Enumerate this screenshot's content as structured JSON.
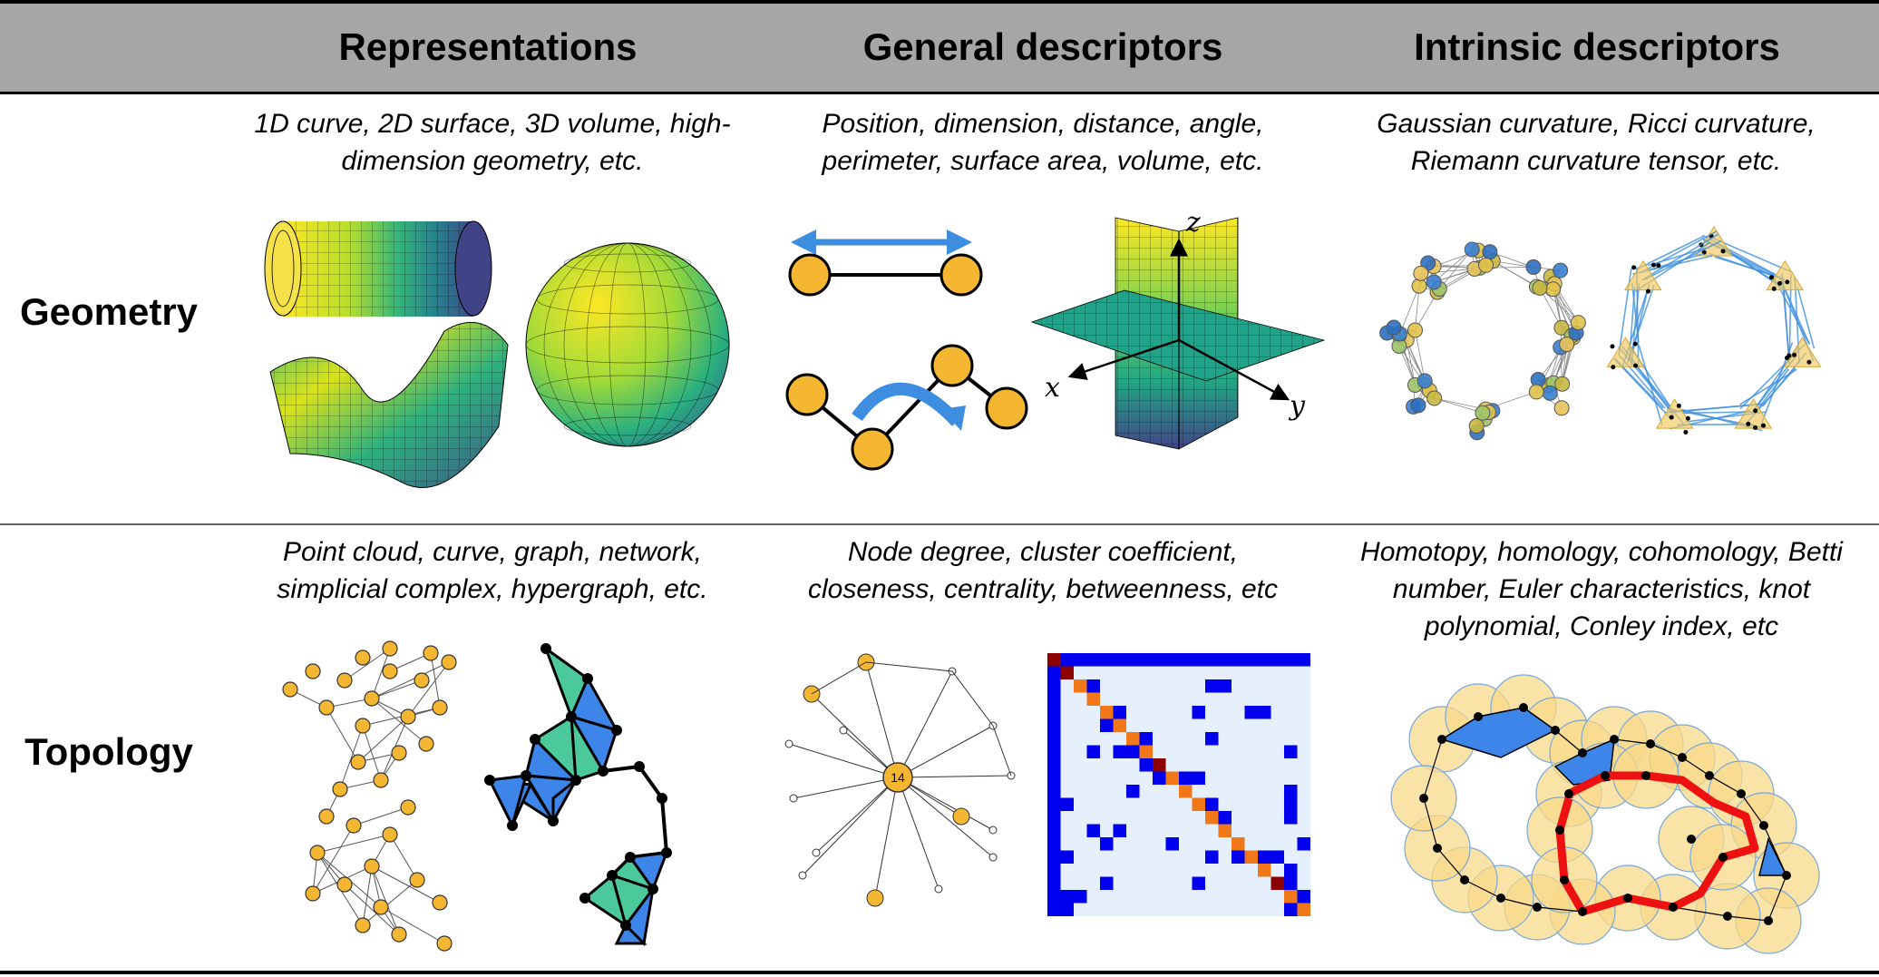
{
  "header": {
    "columns": [
      {
        "label": "Representations"
      },
      {
        "label": "General descriptors"
      },
      {
        "label": "Intrinsic descriptors"
      }
    ]
  },
  "rows": [
    {
      "label": "Geometry",
      "cells": [
        {
          "lines": [
            "1D curve, 2D surface, 3D volume, high-",
            "dimension geometry, etc."
          ]
        },
        {
          "lines": [
            "Position, dimension, distance, angle,",
            "perimeter, surface area, volume, etc."
          ]
        },
        {
          "lines": [
            "Gaussian curvature, Ricci curvature,",
            "Riemann curvature tensor, etc."
          ]
        }
      ]
    },
    {
      "label": "Topology",
      "cells": [
        {
          "lines": [
            "Point cloud, curve, graph, network,",
            "simplicial complex, hypergraph, etc."
          ]
        },
        {
          "lines": [
            "Node degree, cluster coefficient,",
            "closeness, centrality, betweenness, etc"
          ]
        },
        {
          "lines": [
            "Homotopy, homology, cohomology, Betti",
            "number, Euler characteristics, knot",
            "polynomial, Conley index, etc"
          ]
        }
      ]
    }
  ],
  "figures": {
    "axes": {
      "x": "x",
      "y": "y",
      "z": "z"
    },
    "hub_node_label": "14"
  },
  "colors": {
    "header_band": "#a6a6a6",
    "node_orange": "#f5b731",
    "arrow_blue": "#3d8ee0",
    "simplex_blue": "#3d85e8",
    "simplex_green": "#4cc99a",
    "cycle_red": "#ee1111",
    "disk_yellow": "#f8d98a",
    "matrix_blue": "#0000ee",
    "matrix_bg": "#e5f0fc"
  }
}
